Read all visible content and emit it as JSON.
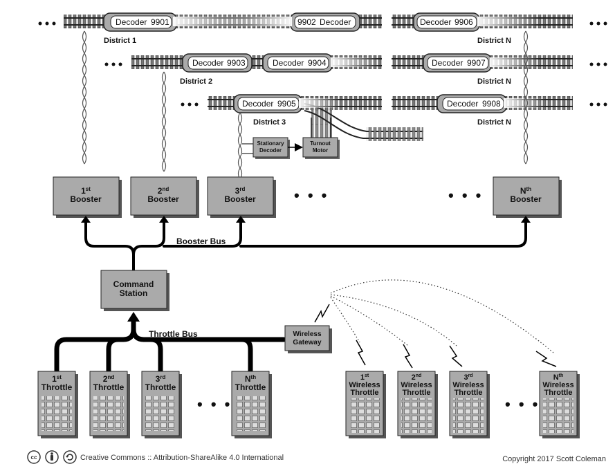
{
  "districts": [
    {
      "label": "District 1"
    },
    {
      "label": "District 2"
    },
    {
      "label": "District 3"
    },
    {
      "label": "District N"
    },
    {
      "label": "District N"
    },
    {
      "label": "District N"
    }
  ],
  "decoders": [
    {
      "word": "Decoder",
      "number": "9901"
    },
    {
      "word": "Decoder",
      "number": "9902"
    },
    {
      "word": "Decoder",
      "number": "9903"
    },
    {
      "word": "Decoder",
      "number": "9904"
    },
    {
      "word": "Decoder",
      "number": "9905"
    },
    {
      "word": "Decoder",
      "number": "9906"
    },
    {
      "word": "Decoder",
      "number": "9907"
    },
    {
      "word": "Decoder",
      "number": "9908"
    }
  ],
  "stationary_decoder": {
    "line1": "Stationary",
    "line2": "Decoder"
  },
  "turnout_motor": {
    "line1": "Turnout",
    "line2": "Motor"
  },
  "boosters": [
    {
      "ord": "1",
      "sup": "st",
      "word": "Booster"
    },
    {
      "ord": "2",
      "sup": "nd",
      "word": "Booster"
    },
    {
      "ord": "3",
      "sup": "rd",
      "word": "Booster"
    },
    {
      "ord": "N",
      "sup": "th",
      "word": "Booster"
    }
  ],
  "booster_bus_label": "Booster Bus",
  "command_station": {
    "line1": "Command",
    "line2": "Station"
  },
  "throttle_bus_label": "Throttle Bus",
  "wireless_gateway": {
    "line1": "Wireless",
    "line2": "Gateway"
  },
  "throttles": [
    {
      "ord": "1",
      "sup": "st",
      "word": "Throttle"
    },
    {
      "ord": "2",
      "sup": "nd",
      "word": "Throttle"
    },
    {
      "ord": "3",
      "sup": "rd",
      "word": "Throttle"
    },
    {
      "ord": "N",
      "sup": "th",
      "word": "Throttle"
    }
  ],
  "wireless_throttles": [
    {
      "ord": "1",
      "sup": "st",
      "line1": "Wireless",
      "line2": "Throttle"
    },
    {
      "ord": "2",
      "sup": "nd",
      "line1": "Wireless",
      "line2": "Throttle"
    },
    {
      "ord": "3",
      "sup": "rd",
      "line1": "Wireless",
      "line2": "Throttle"
    },
    {
      "ord": "N",
      "sup": "th",
      "line1": "Wireless",
      "line2": "Throttle"
    }
  ],
  "ellipsis": "• • •",
  "license_icons": [
    "cc-icon",
    "attribution-icon",
    "sharealike-icon"
  ],
  "license_text": "Creative Commons :: Attribution-ShareAlike 4.0 International",
  "copyright": "Copyright 2017 Scott Coleman"
}
